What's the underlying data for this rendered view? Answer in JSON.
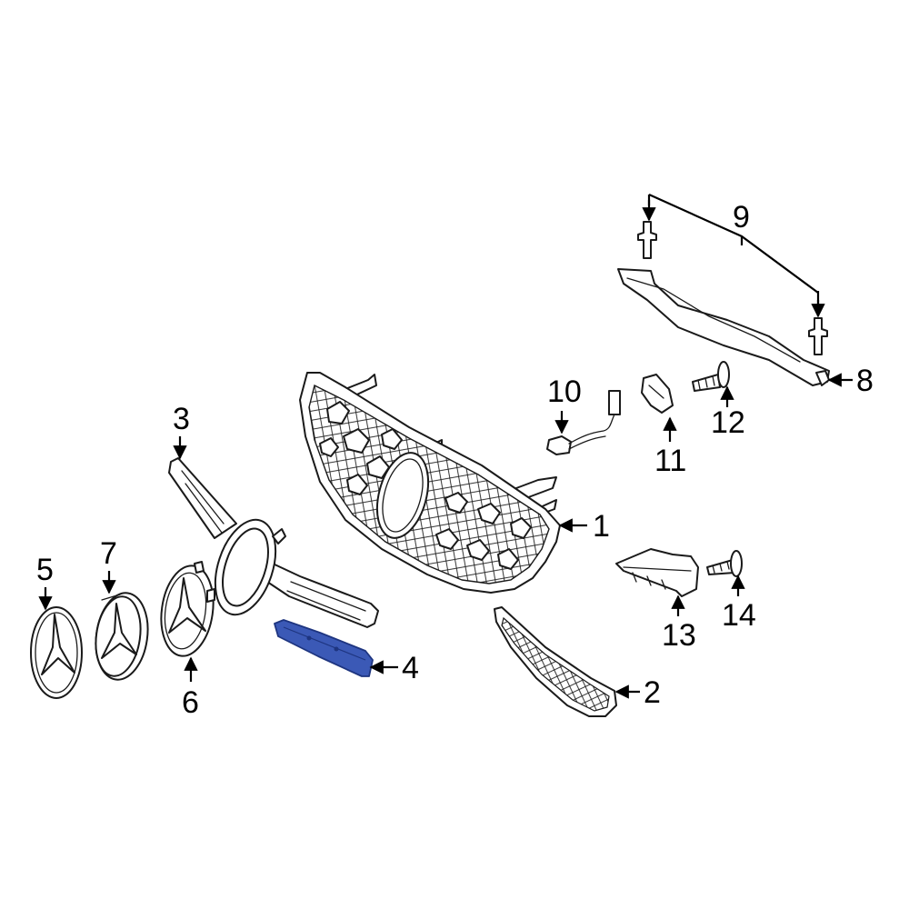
{
  "colors": {
    "line": "#1a1a1a",
    "highlight_fill": "#3b59b6",
    "highlight_stroke": "#1e3580",
    "background": "#ffffff"
  },
  "callouts": {
    "c1": "1",
    "c2": "2",
    "c3": "3",
    "c4": "4",
    "c5": "5",
    "c6": "6",
    "c7": "7",
    "c8": "8",
    "c9": "9",
    "c10": "10",
    "c11": "11",
    "c12": "12",
    "c13": "13",
    "c14": "14"
  },
  "highlighted_part": "4"
}
